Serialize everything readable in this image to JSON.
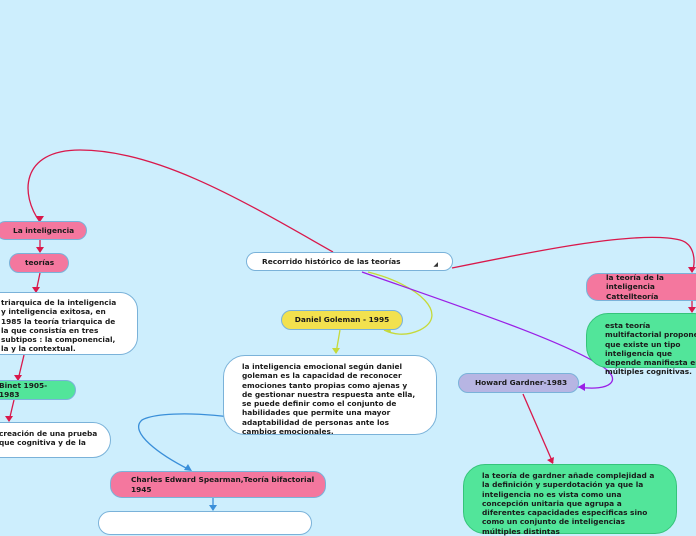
{
  "central": {
    "label": "Recorrido histórico de las teorías"
  },
  "nodes": {
    "la_inteligencia": "La inteligencia",
    "teorias": "teorías",
    "triarquica_text": "triarquica de la inteligencia y inteligencia exitosa, en 1985 la teoría triarquica de la que consistía en tres subtipos : la componencial, la y la contextual.",
    "binet": "Binet 1905-1983",
    "binet_text": "creación de una prueba que cognitiva y de la",
    "goleman": "Daniel Goleman - 1995",
    "goleman_text": "la inteligencia emocional según daniel goleman es la capacidad de reconocer emociones tanto propias como ajenas y de gestionar nuestra respuesta ante ella, se puede definir como el conjunto de habilidades que permite una mayor adaptabilidad de personas ante los cambios emocionales.",
    "spearman": "Charles Edward Spearman,Teoría bifactorial 1945",
    "gardner": "Howard Gardner-1983",
    "gardner_text": "la teoría de gardner añade complejidad a la definición y superdotación ya que la inteligencia no es vista como una concepción unitaria que agrupa a diferentes capacidades especificas sino como un conjunto de inteligencias múltiples distintas",
    "cattell": "la teoría de la inteligencia Cattellteoría",
    "cattell_text": "esta teoría multifactorial propone que existe un tipo inteligencia que depende manifiesta en múltiples cognitivas."
  },
  "colors": {
    "background": "#cdeefd",
    "pink": "#f4779e",
    "green": "#52e59a",
    "yellow": "#f2e14e",
    "lavender": "#b7b5e3",
    "line_red": "#d9184b",
    "line_purple": "#9a1fe6",
    "line_yellow": "#c6d93a",
    "line_blue": "#3a8fd9"
  }
}
